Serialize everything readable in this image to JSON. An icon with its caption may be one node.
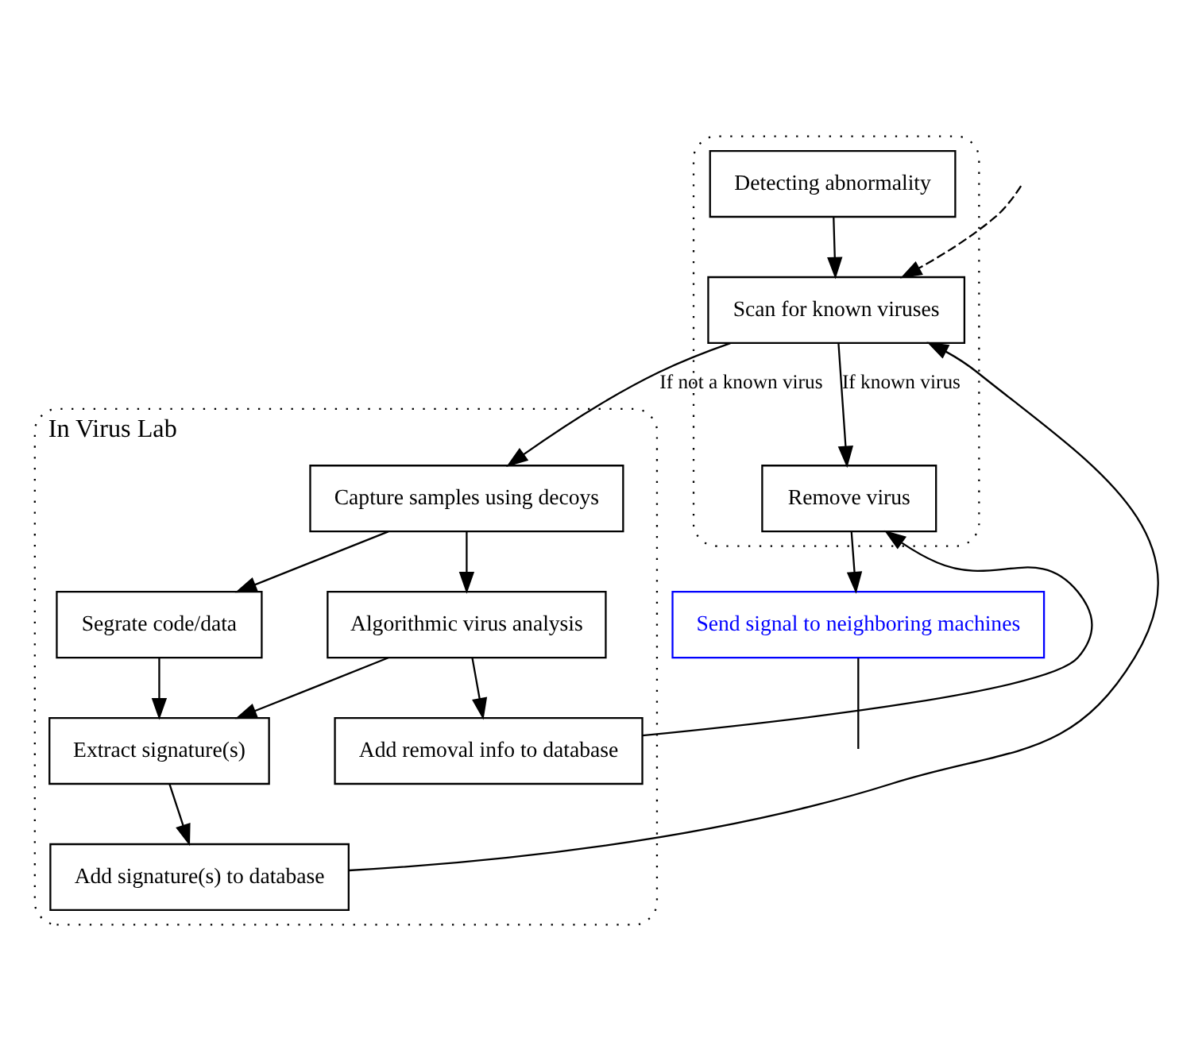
{
  "diagram": {
    "nodes": [
      {
        "text": [],
        "shape": "ellipse"
      },
      {
        "text": [
          "Detecting abnormality"
        ],
        "in": 0
      },
      {
        "text": [
          "Scan for known viruses"
        ],
        "in": 0
      },
      {
        "text": [
          "Remove virus"
        ],
        "in": 0
      },
      {
        "text": [
          "In Virus Lab"
        ]
      },
      {
        "text": [
          "Capture samples using decoys"
        ],
        "in": 4
      },
      {
        "text": [
          "Segrate code/data"
        ],
        "in": 4
      },
      {
        "text": [
          "Algorithmic virus analysis"
        ],
        "in": 4
      },
      {
        "text": [
          "Extract signature(s)"
        ],
        "in": 4
      },
      {
        "text": [
          "Add signature(s) to database"
        ],
        "in": 4
      },
      {
        "text": [
          "Add removal info to database"
        ],
        "in": 4
      },
      {
        "text": [
          "Send signal to neighboring machines"
        ]
      }
    ],
    "edges": [
      {
        "from": 1,
        "to": 2,
        "arrow": "to"
      },
      {
        "from": null,
        "to": 2,
        "arrow": "to",
        "style": "dashed"
      },
      {
        "from": 2,
        "to": 3,
        "arrow": "to",
        "label": "If known virus"
      },
      {
        "from": 2,
        "to": 5,
        "arrow": "to",
        "label": "If not a known virus"
      },
      {
        "from": 5,
        "to": 6,
        "arrow": "to"
      },
      {
        "from": 5,
        "to": 7,
        "arrow": "to"
      },
      {
        "from": 6,
        "to": 8,
        "arrow": "to"
      },
      {
        "from": 7,
        "to": 8,
        "arrow": "to"
      },
      {
        "from": 8,
        "to": 9,
        "arrow": "to"
      },
      {
        "from": 9,
        "to": 2,
        "arrow": "to"
      },
      {
        "from": 7,
        "to": 10,
        "arrow": "to"
      },
      {
        "from": 10,
        "to": 3,
        "arrow": "to"
      },
      {
        "from": 3,
        "to": 11,
        "arrow": "to"
      },
      {
        "from": 11,
        "to": null,
        "arrow": "none"
      }
    ]
  }
}
